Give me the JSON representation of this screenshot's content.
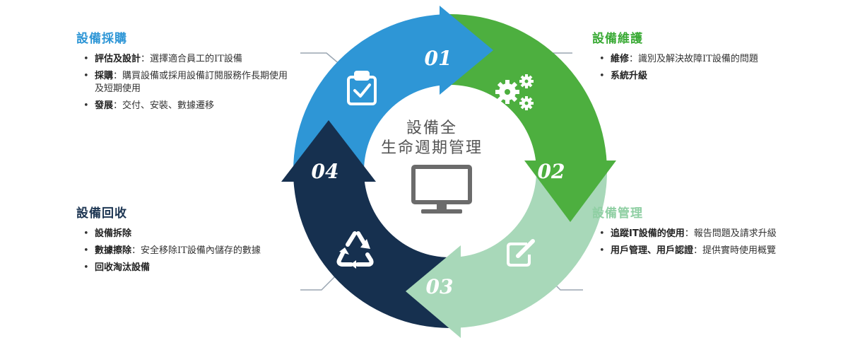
{
  "center": {
    "line1": "設備全",
    "line2": "生命週期管理"
  },
  "stages": [
    {
      "number": "01",
      "icon": "clipboard-check-icon",
      "color": "#2e96d6"
    },
    {
      "number": "02",
      "icon": "gears-icon",
      "color": "#4daf3f"
    },
    {
      "number": "03",
      "icon": "edit-icon",
      "color": "#a8d8b9"
    },
    {
      "number": "04",
      "icon": "recycle-icon",
      "color": "#16304f"
    }
  ],
  "panels": {
    "procurement": {
      "title": "設備採購",
      "items": [
        {
          "term": "評估及設計",
          "desc": "：選擇適合員工的IT設備"
        },
        {
          "term": "採購",
          "desc": "：購買設備或採用設備訂閱服務作長期使用及短期使用"
        },
        {
          "term": "發展",
          "desc": "：交付、安裝、數據遷移"
        }
      ]
    },
    "maintenance": {
      "title": "設備維護",
      "items": [
        {
          "term": "維修",
          "desc": "：識別及解決故障IT設備的問題"
        },
        {
          "term": "系統升級",
          "desc": ""
        }
      ]
    },
    "management": {
      "title": "設備管理",
      "items": [
        {
          "term": "追蹤IT設備的使用",
          "desc": "：報告問題及請求升級"
        },
        {
          "term": "用戶管理、用戶認證",
          "desc": "：提供實時使用概覽"
        }
      ]
    },
    "recycle": {
      "title": "設備回收",
      "items": [
        {
          "term": "設備拆除",
          "desc": ""
        },
        {
          "term": "數據擦除",
          "desc": "：安全移除IT設備內儲存的數據"
        },
        {
          "term": "回收淘汰設備",
          "desc": ""
        }
      ]
    }
  }
}
